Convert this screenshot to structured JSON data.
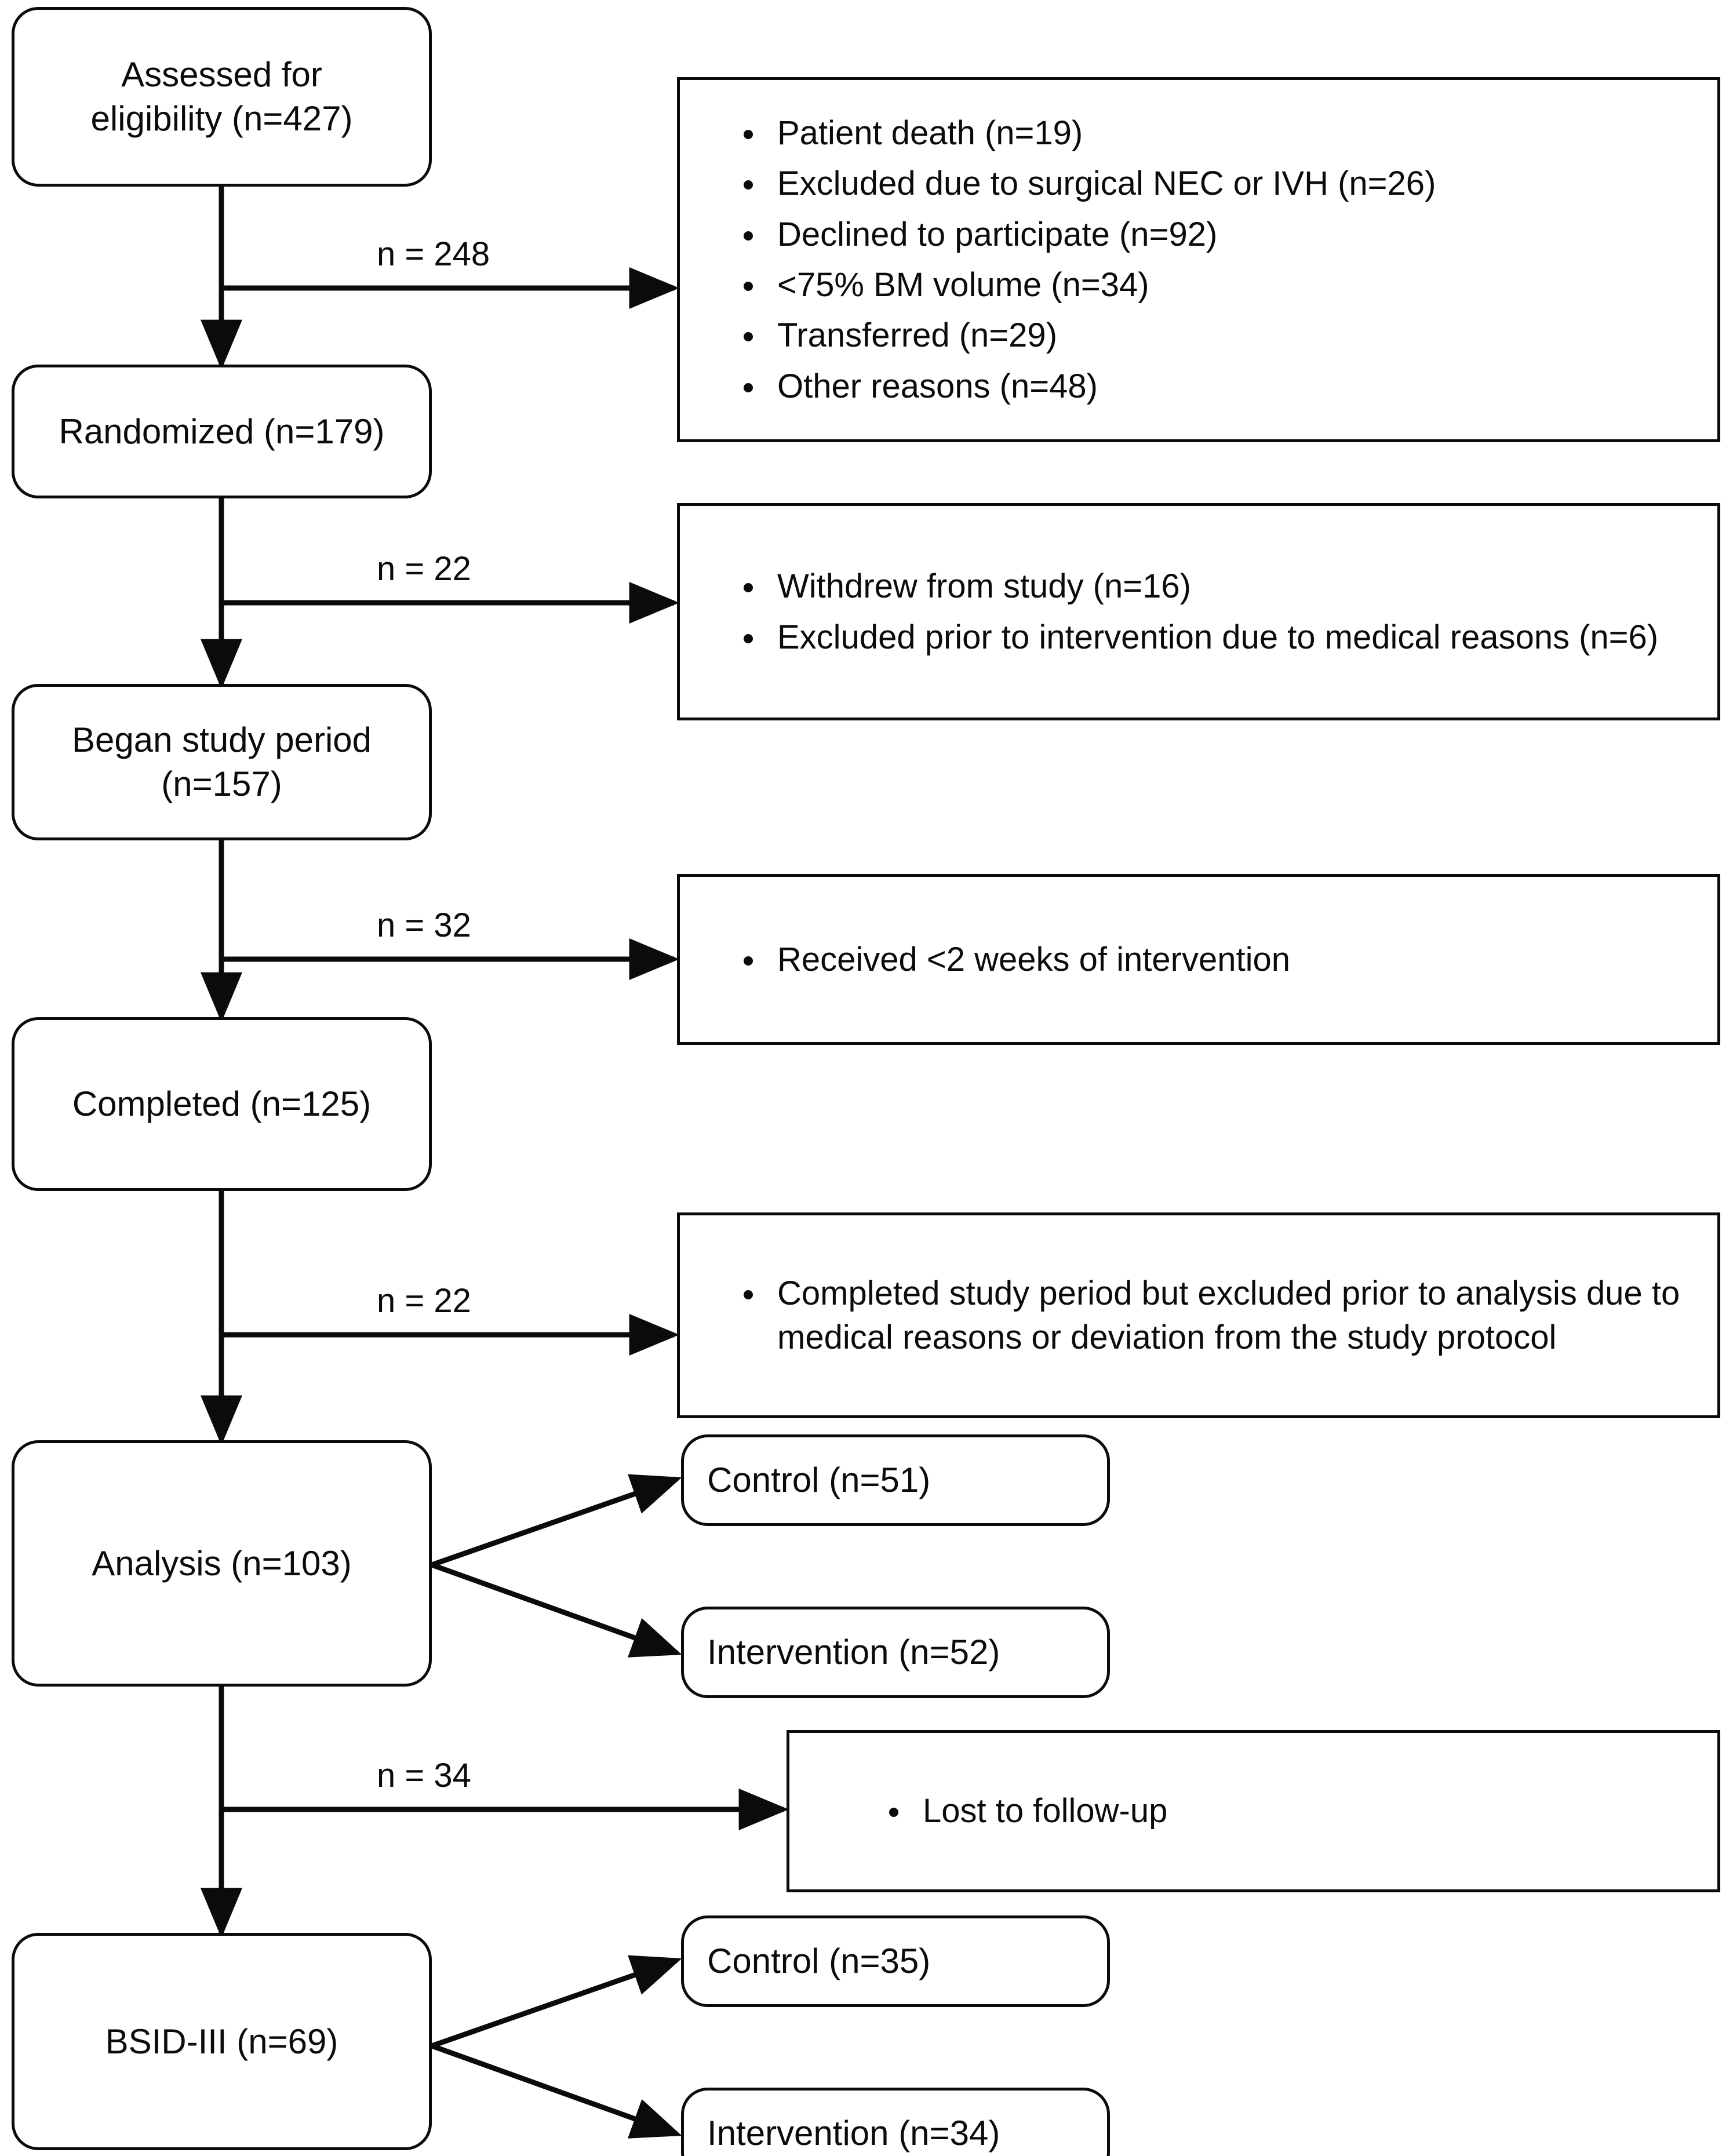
{
  "diagram": {
    "type": "consort-flow-diagram",
    "colors": {
      "stroke": "#0b0b0b",
      "fill": "#ffffff",
      "text": "#0b0b0b"
    },
    "nodes": {
      "assessed": {
        "label": "Assessed for\neligibility (n=427)",
        "n": 427
      },
      "randomized": {
        "label": "Randomized (n=179)",
        "n": 179
      },
      "began": {
        "label": "Began study period\n(n=157)",
        "n": 157
      },
      "completed": {
        "label": "Completed (n=125)",
        "n": 125
      },
      "analysis": {
        "label": "Analysis (n=103)",
        "n": 103
      },
      "analysis_control": {
        "label": "Control (n=51)",
        "n": 51
      },
      "analysis_intervention": {
        "label": "Intervention (n=52)",
        "n": 52
      },
      "bsid": {
        "label": "BSID-III (n=69)",
        "n": 69
      },
      "bsid_control": {
        "label": "Control (n=35)",
        "n": 35
      },
      "bsid_intervention": {
        "label": "Intervention (n=34)",
        "n": 34
      }
    },
    "edge_labels": {
      "to_exclusion_1": "n = 248",
      "to_exclusion_2": "n = 22",
      "to_exclusion_3": "n = 32",
      "to_exclusion_4": "n = 22",
      "to_exclusion_5": "n = 34"
    },
    "exclusion_boxes": {
      "screening": {
        "items": [
          "Patient death (n=19)",
          "Excluded due to surgical NEC or IVH (n=26)",
          "Declined to participate (n=92)",
          "<75% BM volume (n=34)",
          "Transferred (n=29)",
          "Other reasons (n=48)"
        ]
      },
      "pre_intervention": {
        "items": [
          "Withdrew from study (n=16)",
          "Excluded prior to intervention due to medical reasons (n=6)"
        ]
      },
      "short_intervention": {
        "items": [
          "Received <2 weeks of intervention"
        ]
      },
      "pre_analysis": {
        "items": [
          "Completed study period but excluded prior to analysis due to medical reasons or deviation from the study protocol"
        ]
      },
      "follow_up": {
        "items": [
          "Lost to follow-up"
        ]
      }
    }
  }
}
